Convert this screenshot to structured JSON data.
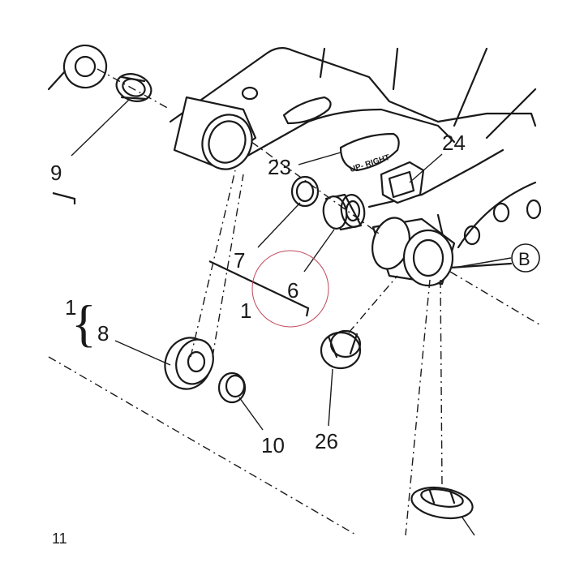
{
  "callouts": {
    "c9": "9",
    "c23": "23",
    "c24": "24",
    "c7": "7",
    "c6": "6",
    "c1_lower": "1",
    "c1_brace": "1",
    "c8": "8",
    "c10": "10",
    "c26": "26",
    "cB": "B",
    "c11_partial": "11"
  },
  "decal_text": "UP- RIGHT",
  "colors": {
    "ink": "#1a1a1a",
    "highlight_circle": "#c0485a"
  }
}
